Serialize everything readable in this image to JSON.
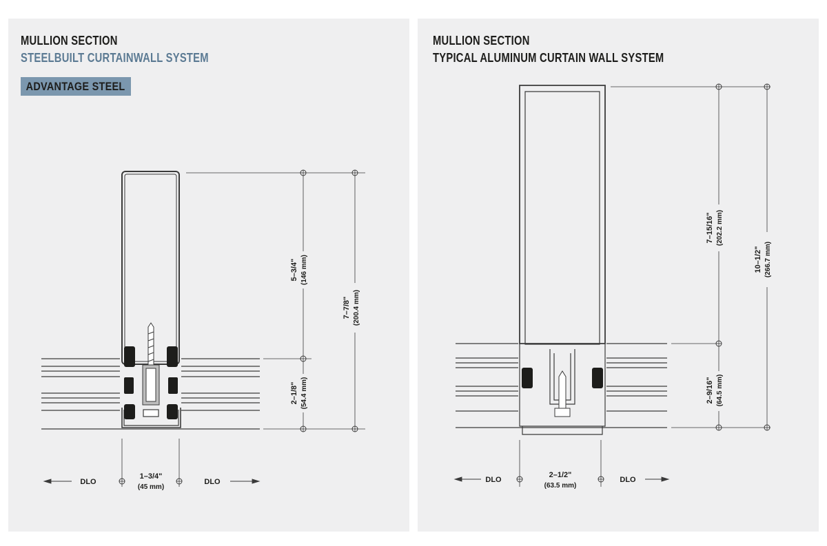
{
  "left": {
    "title": "MULLION SECTION",
    "subtitle": "STEELBUILT CURTAINWALL SYSTEM",
    "badge": "ADVANTAGE STEEL",
    "dim_upper": "5–3/4\"",
    "dim_upper_mm": "(146 mm)",
    "dim_lower": "2–1/8\"",
    "dim_lower_mm": "(54.4 mm)",
    "dim_total": "7–7/8\"",
    "dim_total_mm": "(200.4 mm)",
    "dim_width": "1–3/4\"",
    "dim_width_mm": "(45 mm)",
    "dlo_left": "DLO",
    "dlo_right": "DLO"
  },
  "right": {
    "title": "MULLION SECTION",
    "subtitle": "TYPICAL ALUMINUM CURTAIN WALL SYSTEM",
    "dim_upper": "7–15/16\"",
    "dim_upper_mm": "(202.2 mm)",
    "dim_lower": "2–9/16\"",
    "dim_lower_mm": "(64.5 mm)",
    "dim_total": "10–1/2\"",
    "dim_total_mm": "(266.7 mm)",
    "dim_width": "2–1/2\"",
    "dim_width_mm": "(63.5 mm)",
    "dlo_left": "DLO",
    "dlo_right": "DLO"
  },
  "colors": {
    "panel": "#efeff0",
    "title": "#1d1d1b",
    "subtitle": "#5b7a93",
    "badge": "#7b97ae",
    "line": "#3a3a3a"
  }
}
